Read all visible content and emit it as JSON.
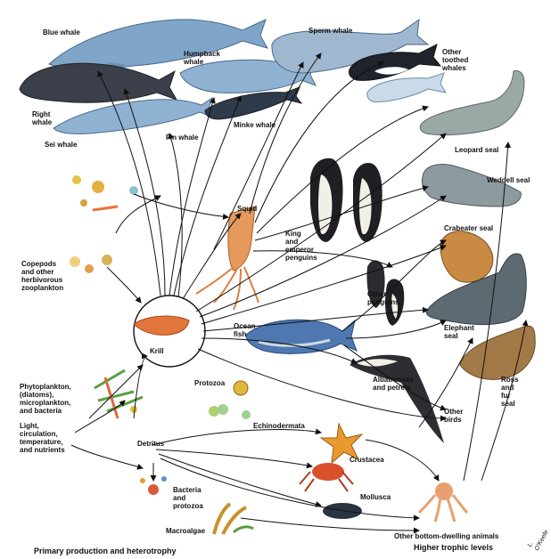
{
  "labels": {
    "blue_whale": "Blue whale",
    "humpback_whale": "Humpback\nwhale",
    "sperm_whale": "Sperm whale",
    "other_toothed_whales": "Other\ntoothed\nwhales",
    "right_whale": "Right\nwhale",
    "sei_whale": "Sei whale",
    "fin_whale": "Fin whale",
    "minke_whale": "Minke whale",
    "leopard_seal": "Leopard seal",
    "weddell_seal": "Weddell seal",
    "crabeater_seal": "Crabeater seal",
    "squid": "Squid",
    "king_emperor_penguins": "King\nand\nemperor\npenguins",
    "copepods": "Copepods\nand other\nherbivorous\nzooplankton",
    "other_penguins": "Other\npenguins",
    "krill": "Krill",
    "ocean_fish": "Ocean\nfish",
    "elephant_seal": "Elephant\nseal",
    "phytoplankton": "Phytoplankton,\n(diatoms),\nmicroplankton,\nand bacteria",
    "protozoa": "Protozoa",
    "albatrosses": "Albatrosses\nand petrels",
    "ross_fur_seal": "Ross\nand\nfur\nseal",
    "light": "Light,\ncirculation,\ntemperature,\nand nutrients",
    "echinodermata": "Echinodermata",
    "other_birds": "Other\nbirds",
    "detritus": "Detritus",
    "crustacea": "Crustacea",
    "bacteria_protozoa": "Bacteria\nand\nprotozoa",
    "mollusca": "Mollusca",
    "macroalgae": "Macroalgae",
    "other_bottom": "Other bottom-dwelling animals",
    "primary_production": "Primary production and heterotrophy",
    "higher_trophic": "Higher trophic levels",
    "signature": "L. O'Keefe"
  },
  "colors": {
    "whale_blue": "#7fa6c8",
    "whale_dark": "#3a3f4a",
    "seal_grey": "#9aa9a6",
    "seal_brown": "#b07a3a",
    "fish_blue": "#4f78b0",
    "squid_orange": "#e59a5c",
    "krill_orange": "#e2753b",
    "penguin_black": "#1f1f24",
    "arrow": "#111111"
  }
}
